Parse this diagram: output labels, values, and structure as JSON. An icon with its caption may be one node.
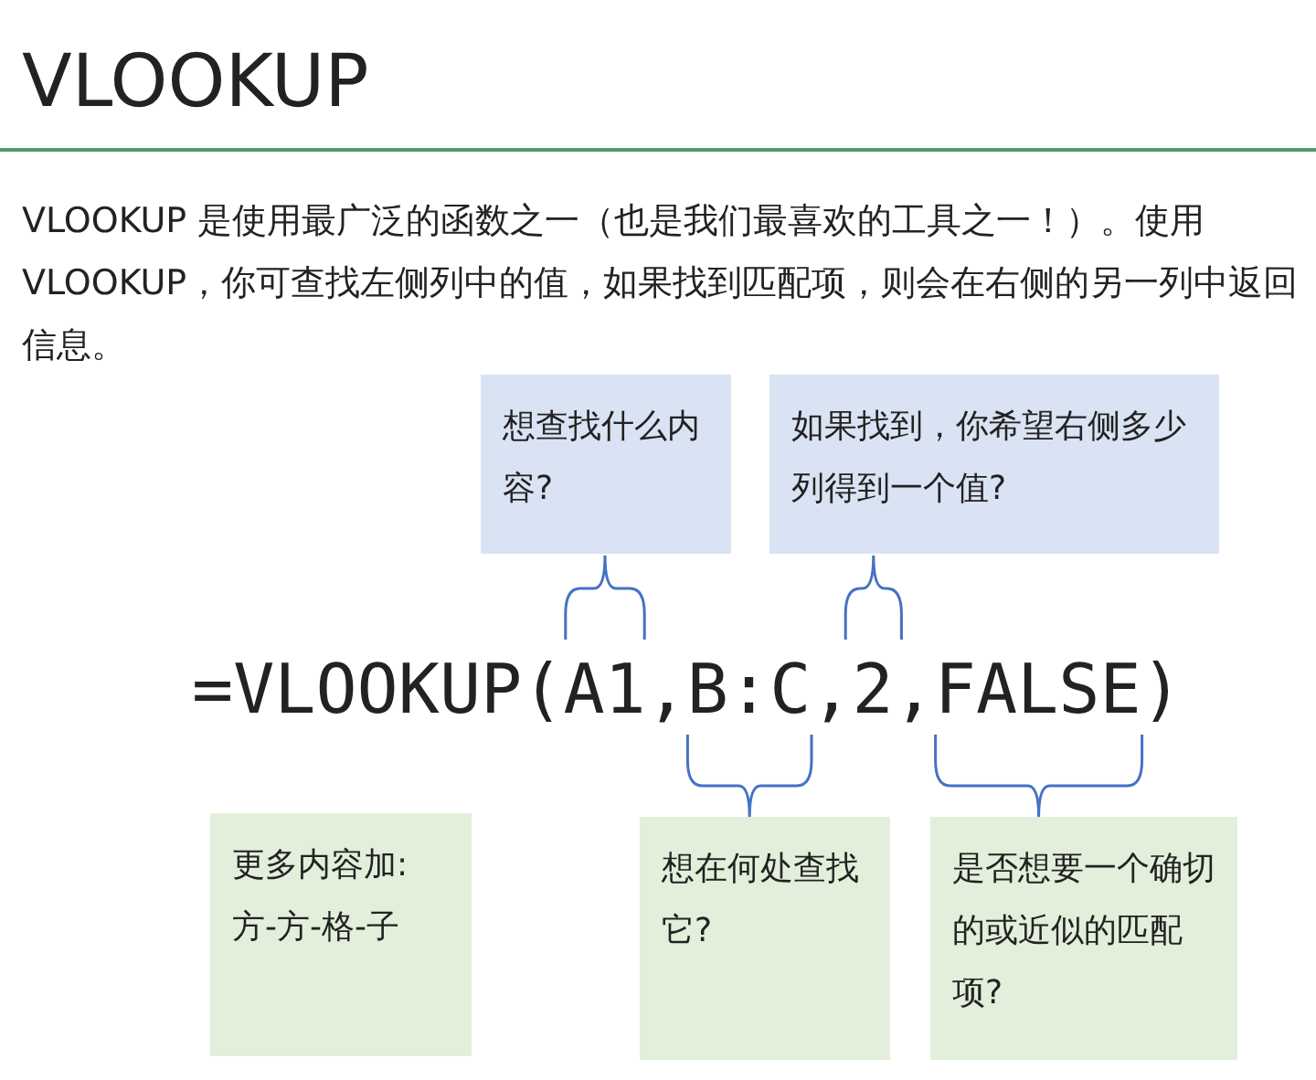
{
  "diagram": {
    "title": "VLOOKUP",
    "nodes": [
      {
        "text": [
          "想查找什么内容?"
        ]
      },
      {
        "text": [
          "如果找到，你希望右侧多少列得到一个值?"
        ]
      },
      {
        "text": [
          "更多内容加:方-方-格-子"
        ]
      },
      {
        "text": [
          "想在何处查找它?"
        ]
      },
      {
        "text": [
          "是否想要一个确切的或近似的匹配项?"
        ]
      }
    ],
    "edges": [],
    "labels": [
      "VLOOKUP 是使用最广泛的函数之一（也是我们最喜欢的工具之一！）。使用 VLOOKUP，你可查找左侧列中的值，如果找到匹配项，则会在右侧的另一列中返回信息。",
      "=VLOOKUP(A1,B:C,2,FALSE)"
    ]
  }
}
